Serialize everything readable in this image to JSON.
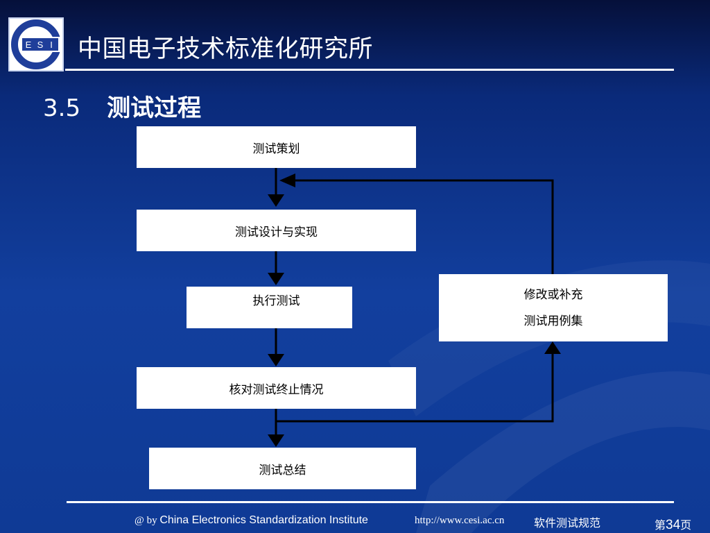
{
  "header": {
    "org_name": "中国电子技术标准化研究所",
    "logo_letters": [
      "E",
      "S",
      "I"
    ],
    "section_number": "3.5",
    "section_title": "测试过程"
  },
  "flow": {
    "steps": [
      "测试策划",
      "测试设计与实现",
      "执行测试",
      "核对测试终止情况",
      "测试总结"
    ],
    "side_box": {
      "line1": "修改或补充",
      "line2": "测试用例集"
    }
  },
  "footer": {
    "credit_prefix": "@ by",
    "institute": "China Electronics Standardization Institute",
    "url": "http://www.cesi.ac.cn",
    "course": "软件测试规范",
    "page_prefix": "第",
    "page_number": "34",
    "page_suffix": "页"
  },
  "colors": {
    "background": "#0f3a95",
    "logo_blue": "#1f3e9a",
    "box_fill": "#ffffff",
    "line": "#000000"
  }
}
